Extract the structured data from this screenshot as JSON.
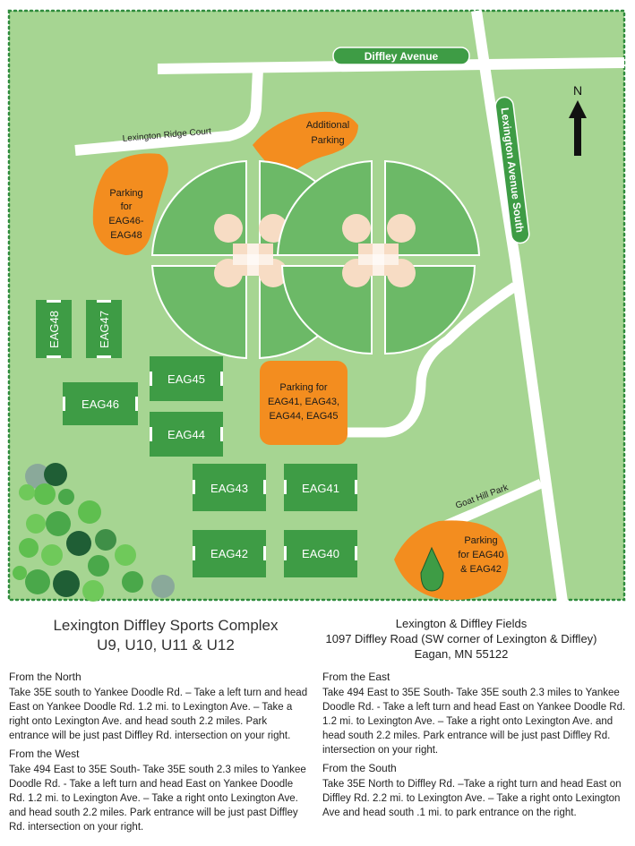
{
  "map": {
    "roads": {
      "diffley": "Diffley Avenue",
      "lexington_ave": "Lexington Avenue South",
      "lexington_ridge": "Lexington Ridge Court",
      "goat_hill": "Goat Hill Park"
    },
    "north_label": "N",
    "parking": {
      "additional_line1": "Additional",
      "additional_line2": "Parking",
      "west_line1": "Parking",
      "west_line2": "for",
      "west_line3": "EAG46-",
      "west_line4": "EAG48",
      "center_line1": "Parking for",
      "center_line2": "EAG41, EAG43,",
      "center_line3": "EAG44, EAG45",
      "se_line1": "Parking",
      "se_line2": "for EAG40",
      "se_line3": "& EAG42"
    },
    "fields": {
      "eag48": "EAG48",
      "eag47": "EAG47",
      "eag46": "EAG46",
      "eag45": "EAG45",
      "eag44": "EAG44",
      "eag43": "EAG43",
      "eag41": "EAG41",
      "eag42": "EAG42",
      "eag40": "EAG40"
    },
    "colors": {
      "grass": "#a6d592",
      "diamond": "#6cb967",
      "field": "#3e9c45",
      "parking": "#f38d1f",
      "road": "#ffffff",
      "road_sign": "#3e9c45",
      "infield": "#f7dcc4",
      "border_dots": "#2e8b3c"
    }
  },
  "title": {
    "line1": "Lexington Diffley Sports Complex",
    "line2": "U9, U10, U11 & U12"
  },
  "address": {
    "name": "Lexington & Diffley Fields",
    "street": "1097 Diffley Road   (SW corner of Lexington & Diffley)",
    "city": "Eagan, MN 55122"
  },
  "directions": {
    "north": {
      "heading": "From the North",
      "lines": [
        "Take 35E south to Yankee Doodle Rd. – Take a left turn and head",
        "East on Yankee Doodle Rd. 1.2 mi. to Lexington Ave. – Take a",
        "right onto Lexington Ave. and head south 2.2 miles. Park",
        "entrance will be just past Diffley Rd. intersection on your right."
      ]
    },
    "west": {
      "heading": "From the West",
      "lines": [
        "Take 494 East to 35E South- Take 35E south 2.3 miles to Yankee",
        "Doodle Rd. - Take a left turn and head East on Yankee Doodle",
        "Rd. 1.2 mi. to Lexington Ave. – Take a right onto Lexington Ave.",
        "and head south 2.2 miles. Park entrance will be just past Diffley",
        "Rd. intersection on your right."
      ]
    },
    "east": {
      "heading": "From the East",
      "lines": [
        "Take 494 East to 35E South- Take 35E south 2.3 miles to Yankee",
        "Doodle Rd. - Take a left turn and head East on Yankee Doodle Rd.",
        "1.2 mi. to Lexington Ave. – Take a right onto Lexington Ave. and",
        "head south 2.2 miles. Park entrance will be just past Diffley Rd.",
        "intersection on your right."
      ]
    },
    "south": {
      "heading": "From the South",
      "lines": [
        "Take 35E North to Diffley Rd. –Take a right turn and head East on",
        "Diffley Rd. 2.2 mi. to Lexington Ave. – Take a right onto Lexington",
        "Ave and head south .1 mi. to park entrance on the right."
      ]
    }
  }
}
